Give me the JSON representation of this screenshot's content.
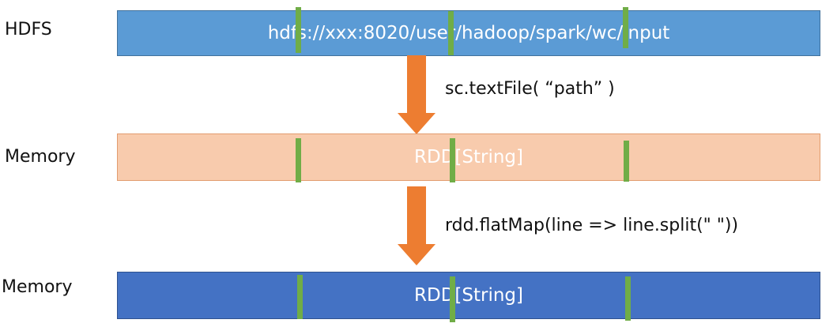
{
  "labels": {
    "hdfs": "HDFS",
    "memory1": "Memory",
    "memory2": "Memory"
  },
  "bars": {
    "hdfs_path": "hdfs://xxx:8020/user/hadoop/spark/wc/input",
    "rdd1": "RDD[String]",
    "rdd2": "RDD[String]"
  },
  "ops": {
    "textfile": "sc.textFile( “path” )",
    "flatmap": "rdd.flatMap(line => line.split(\" \"))"
  },
  "colors": {
    "hdfs_bar": "#5b9bd5",
    "rdd1_bar": "#f8cbad",
    "rdd2_bar": "#4472c4",
    "arrow": "#ed7d31",
    "marker": "#70ad47"
  }
}
